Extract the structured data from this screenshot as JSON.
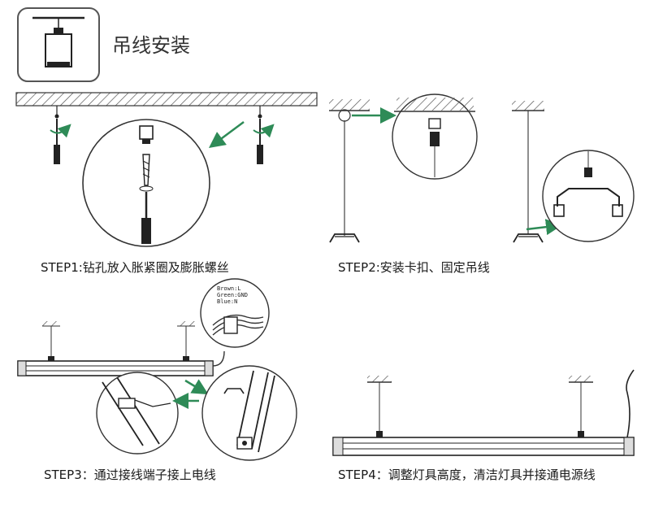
{
  "title": "吊线安装",
  "steps": [
    {
      "label": "STEP1:钻孔放入胀紧圈及膨胀螺丝"
    },
    {
      "label": "STEP2:安装卡扣、固定吊线"
    },
    {
      "label": "STEP3：通过接线端子接上电线"
    },
    {
      "label": "STEP4：调整灯具高度，清洁灯具并接通电源线"
    }
  ],
  "wire_labels": [
    "Brown:L",
    "Green:GND",
    "Blue:N"
  ],
  "colors": {
    "arrow": "#2e8b57",
    "line": "#222222",
    "hatch": "#555555"
  }
}
